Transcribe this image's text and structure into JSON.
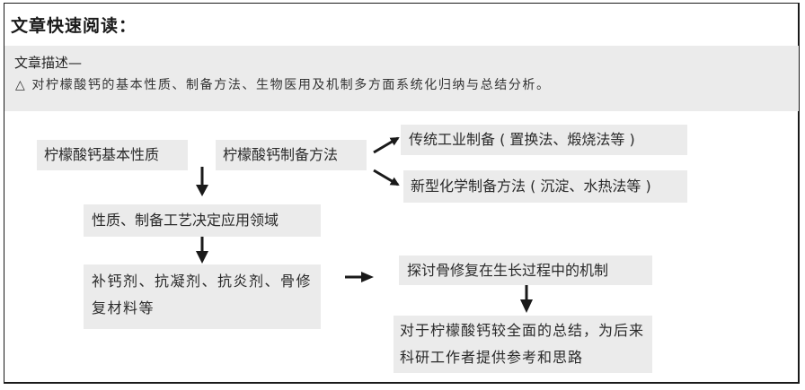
{
  "header": {
    "title": "文章快速阅读："
  },
  "description": {
    "label": "文章描述—",
    "text": "△ 对柠檬酸钙的基本性质、制备方法、生物医用及机制多方面系统化归纳与总结分析。"
  },
  "flowchart": {
    "nodes": {
      "basic_properties": "柠檬酸钙基本性质",
      "preparation_methods": "柠檬酸钙制备方法",
      "traditional_industrial": "传统工业制备 ( 置换法、煅烧法等 )",
      "new_chemical": "新型化学制备方法 ( 沉淀、水热法等 )",
      "determine_applications": "性质、制备工艺决定应用领域",
      "applications": "补钙剂、抗凝剂、抗炎剂、骨修复材料等",
      "mechanism": "探讨骨修复在生长过程中的机制",
      "summary": "对于柠檬酸钙较全面的总结，为后来科研工作者提供参考和思路"
    },
    "edges": [
      {
        "from": "preparation_methods",
        "to": "traditional_industrial"
      },
      {
        "from": "preparation_methods",
        "to": "new_chemical"
      },
      {
        "from": "basic_properties",
        "to": "determine_applications"
      },
      {
        "from": "determine_applications",
        "to": "applications"
      },
      {
        "from": "applications",
        "to": "mechanism"
      },
      {
        "from": "mechanism",
        "to": "summary"
      }
    ]
  },
  "colors": {
    "box_fill": "#ebebeb",
    "border": "#1a1a1a",
    "arrow": "#1a1a1a"
  }
}
